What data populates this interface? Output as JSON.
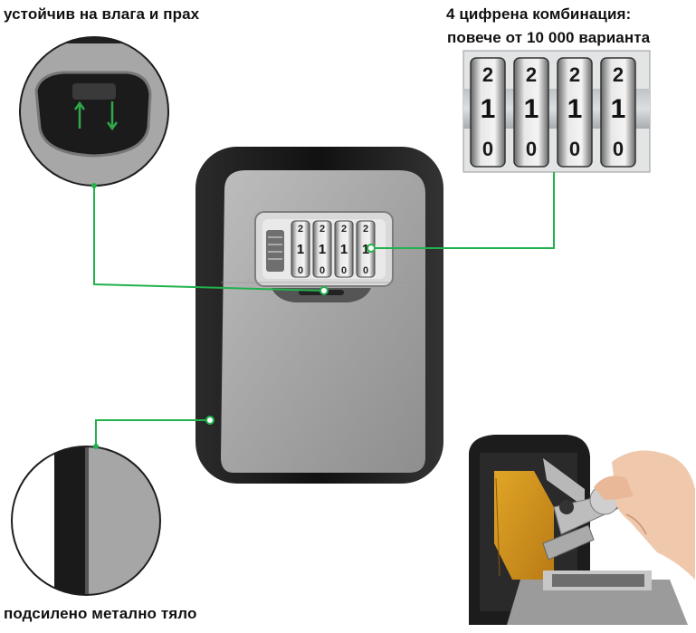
{
  "labels": {
    "weatherproof": "устойчив на влага и прах",
    "combination_line1": "4 цифрена комбинация:",
    "combination_line2": "повече от 10 000 варианта",
    "metal_body": "подсилено метално тяло"
  },
  "dials": {
    "top_row": [
      "2",
      "2",
      "2",
      "2"
    ],
    "middle_row": [
      "1",
      "1",
      "1",
      "1"
    ],
    "bottom_row": [
      "0",
      "0",
      "0",
      "0"
    ]
  },
  "colors": {
    "callout_line": "#22b14c",
    "body_gray": "#a9a9a9",
    "frame_black": "#1c1c1c"
  }
}
